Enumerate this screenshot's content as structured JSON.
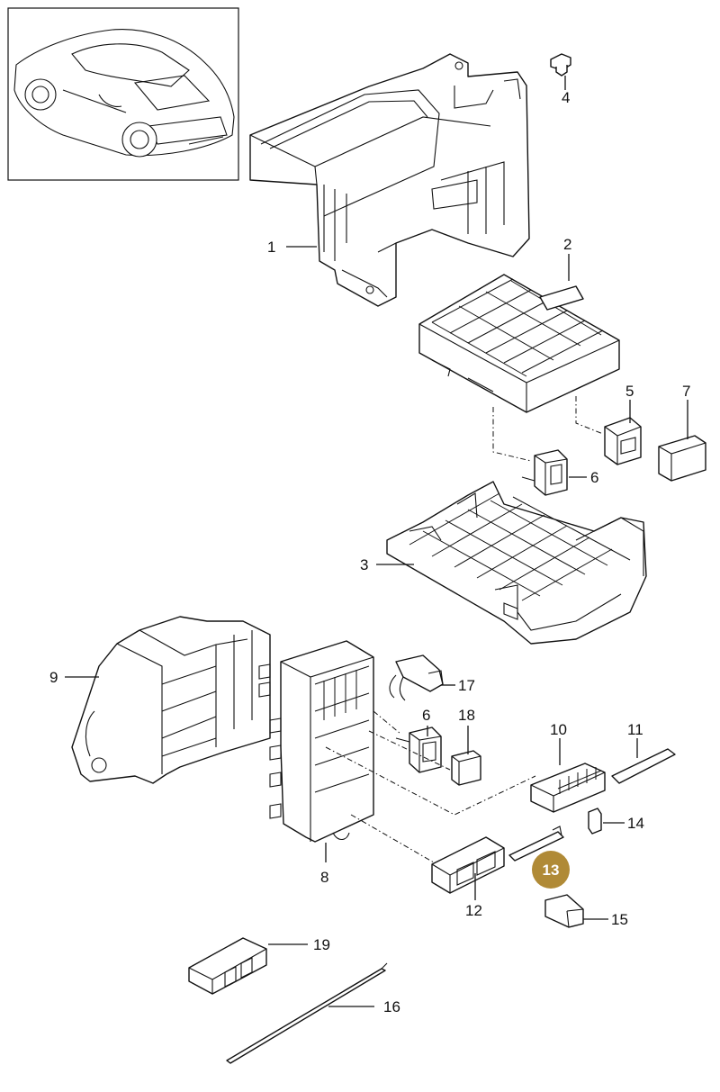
{
  "diagram": {
    "callouts": {
      "c1": "1",
      "c2": "2",
      "c3": "3",
      "c4": "4",
      "c5": "5",
      "c6a": "6",
      "c6b": "6",
      "c7": "7",
      "c8": "8",
      "c9": "9",
      "c10": "10",
      "c11": "11",
      "c12": "12",
      "c13": "13",
      "c14": "14",
      "c15": "15",
      "c16": "16",
      "c17": "17",
      "c18": "18",
      "c19": "19"
    },
    "highlighted_part": "13",
    "colors": {
      "highlight_badge": "#b08a36",
      "badge_text": "#ffffff",
      "line": "#111111"
    }
  }
}
